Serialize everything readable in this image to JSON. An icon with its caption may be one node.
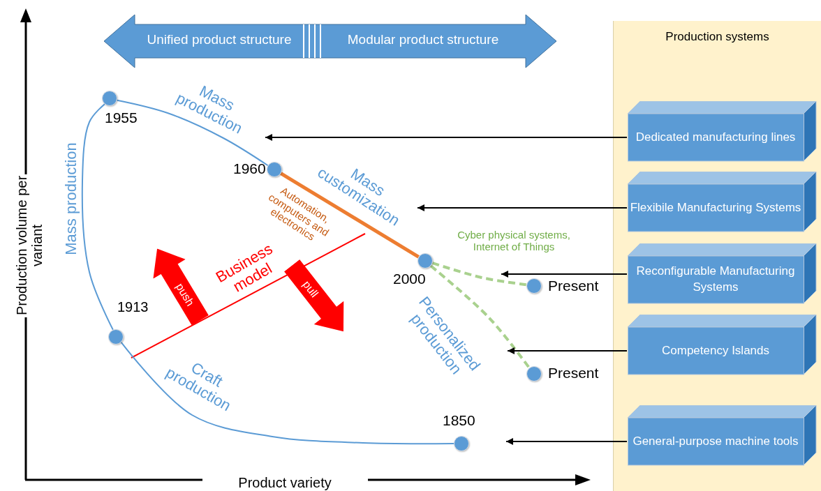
{
  "diagram": {
    "nodes": [
      {
        "text": [
          "Unified product structure",
          "Modular product structure"
        ]
      },
      {
        "text": [
          "Production systems"
        ]
      },
      {
        "text": [
          "Dedicated manufacturing lines"
        ],
        "in": 1
      },
      {
        "text": [
          "Flexibile Manufacturing Systems"
        ],
        "in": 1
      },
      {
        "text": [
          "Reconfigurable Manufacturing Systems"
        ],
        "in": 1
      },
      {
        "text": [
          "Competency Islands"
        ],
        "in": 1
      },
      {
        "text": [
          "General-purpose machine tools"
        ],
        "in": 1
      },
      {
        "text": [],
        "shape": "circle",
        "beside": [
          "1955"
        ]
      },
      {
        "text": [],
        "shape": "circle",
        "beside": [
          "1960"
        ]
      },
      {
        "text": [],
        "shape": "circle",
        "beside": [
          "2000"
        ]
      },
      {
        "text": [],
        "shape": "circle",
        "beside": [
          "Present"
        ]
      },
      {
        "text": [],
        "shape": "circle"
      },
      {
        "text": [],
        "shape": "circle",
        "beside": [
          "Present"
        ]
      },
      {
        "text": [],
        "shape": "circle",
        "beside": [
          "1850"
        ]
      },
      {
        "text": [
          "push"
        ]
      },
      {
        "text": [
          "pull"
        ]
      }
    ],
    "edges": [
      {
        "from": 13,
        "to": 11,
        "arrow": "none",
        "color": "#5b9bd5"
      },
      {
        "from": 11,
        "to": 7,
        "arrow": "none",
        "color": "#5b9bd5"
      },
      {
        "from": 7,
        "to": 8,
        "arrow": "none",
        "color": "#5b9bd5"
      },
      {
        "from": 8,
        "to": 9,
        "arrow": "none",
        "style": "thick",
        "color": "#ed7d31"
      },
      {
        "from": 9,
        "to": 10,
        "arrow": "none",
        "style": "dashed",
        "color": "#a9d18e"
      },
      {
        "from": 9,
        "to": 12,
        "arrow": "none",
        "style": "dashed",
        "color": "#a9d18e"
      },
      {
        "from": 2,
        "to": null,
        "arrow": "to"
      },
      {
        "from": 3,
        "to": null,
        "arrow": "to"
      },
      {
        "from": 4,
        "to": null,
        "arrow": "to"
      },
      {
        "from": 5,
        "to": null,
        "arrow": "to"
      },
      {
        "from": 6,
        "to": null,
        "arrow": "to"
      }
    ],
    "labels": [
      "Mass production",
      "Mass customization",
      "Production volume per variant",
      "Mass production",
      "Automation, computers and electronics",
      "Cyber physical systems, Internet of Things",
      "1913",
      "Business model",
      "Personalized production",
      "Craft production",
      "Product variety"
    ]
  }
}
